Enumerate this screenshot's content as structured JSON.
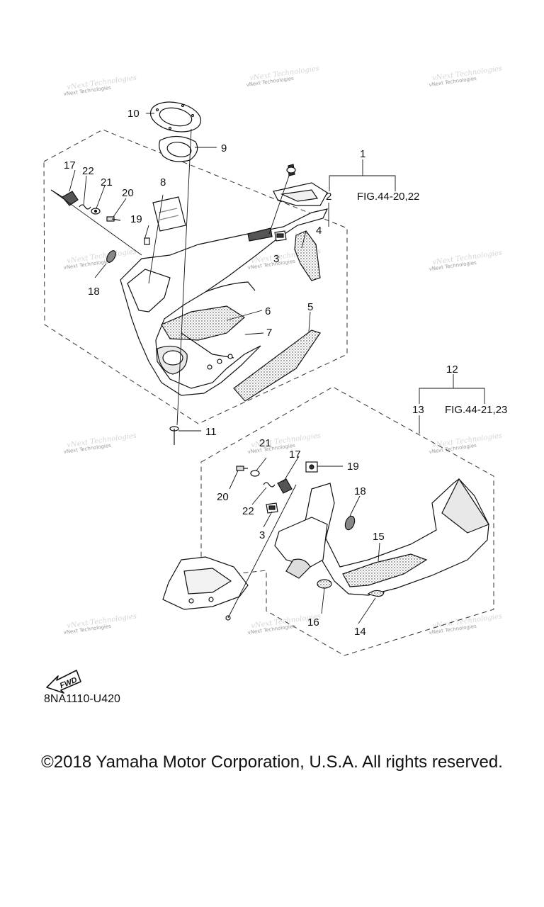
{
  "diagram": {
    "drawing_code": "8NA1110-U420",
    "copyright": "©2018 Yamaha Motor Corporation, U.S.A. All rights reserved.",
    "fwd_label": "FWD",
    "watermark": "vNext Technologies",
    "callouts": {
      "c1": "1",
      "c2": "2",
      "c3a": "3",
      "c3b": "3",
      "c4": "4",
      "c5": "5",
      "c6": "6",
      "c7": "7",
      "c8": "8",
      "c9": "9",
      "c10": "10",
      "c11": "11",
      "c12": "12",
      "c13": "13",
      "c14": "14",
      "c15": "15",
      "c16": "16",
      "c17a": "17",
      "c17b": "17",
      "c18a": "18",
      "c18b": "18",
      "c19a": "19",
      "c19b": "19",
      "c20a": "20",
      "c20b": "20",
      "c21a": "21",
      "c21b": "21",
      "c22a": "22",
      "c22b": "22"
    },
    "references": {
      "upper": "FIG.44-20,22",
      "lower": "FIG.44-21,23"
    }
  }
}
